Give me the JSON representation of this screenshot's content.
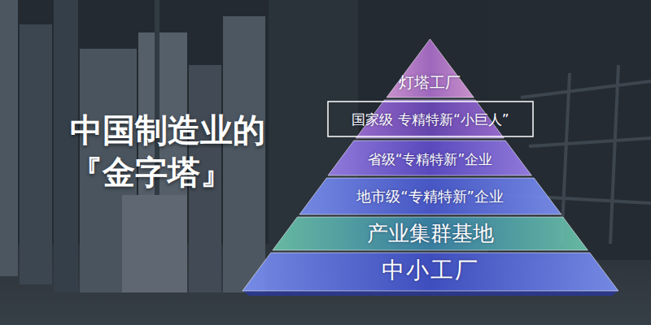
{
  "diagram": {
    "title": "中国制造业的 『金字塔』",
    "nodes": [
      {
        "text": [
          "灯塔工厂"
        ]
      },
      {
        "text": [
          "国家级 专精特新“小巨人”"
        ]
      },
      {
        "text": [
          "省级“专精特新”企业"
        ]
      },
      {
        "text": [
          "地市级“专精特新”企业"
        ]
      },
      {
        "text": [
          "产业集群基地"
        ]
      },
      {
        "text": [
          "中小工厂"
        ]
      }
    ]
  }
}
